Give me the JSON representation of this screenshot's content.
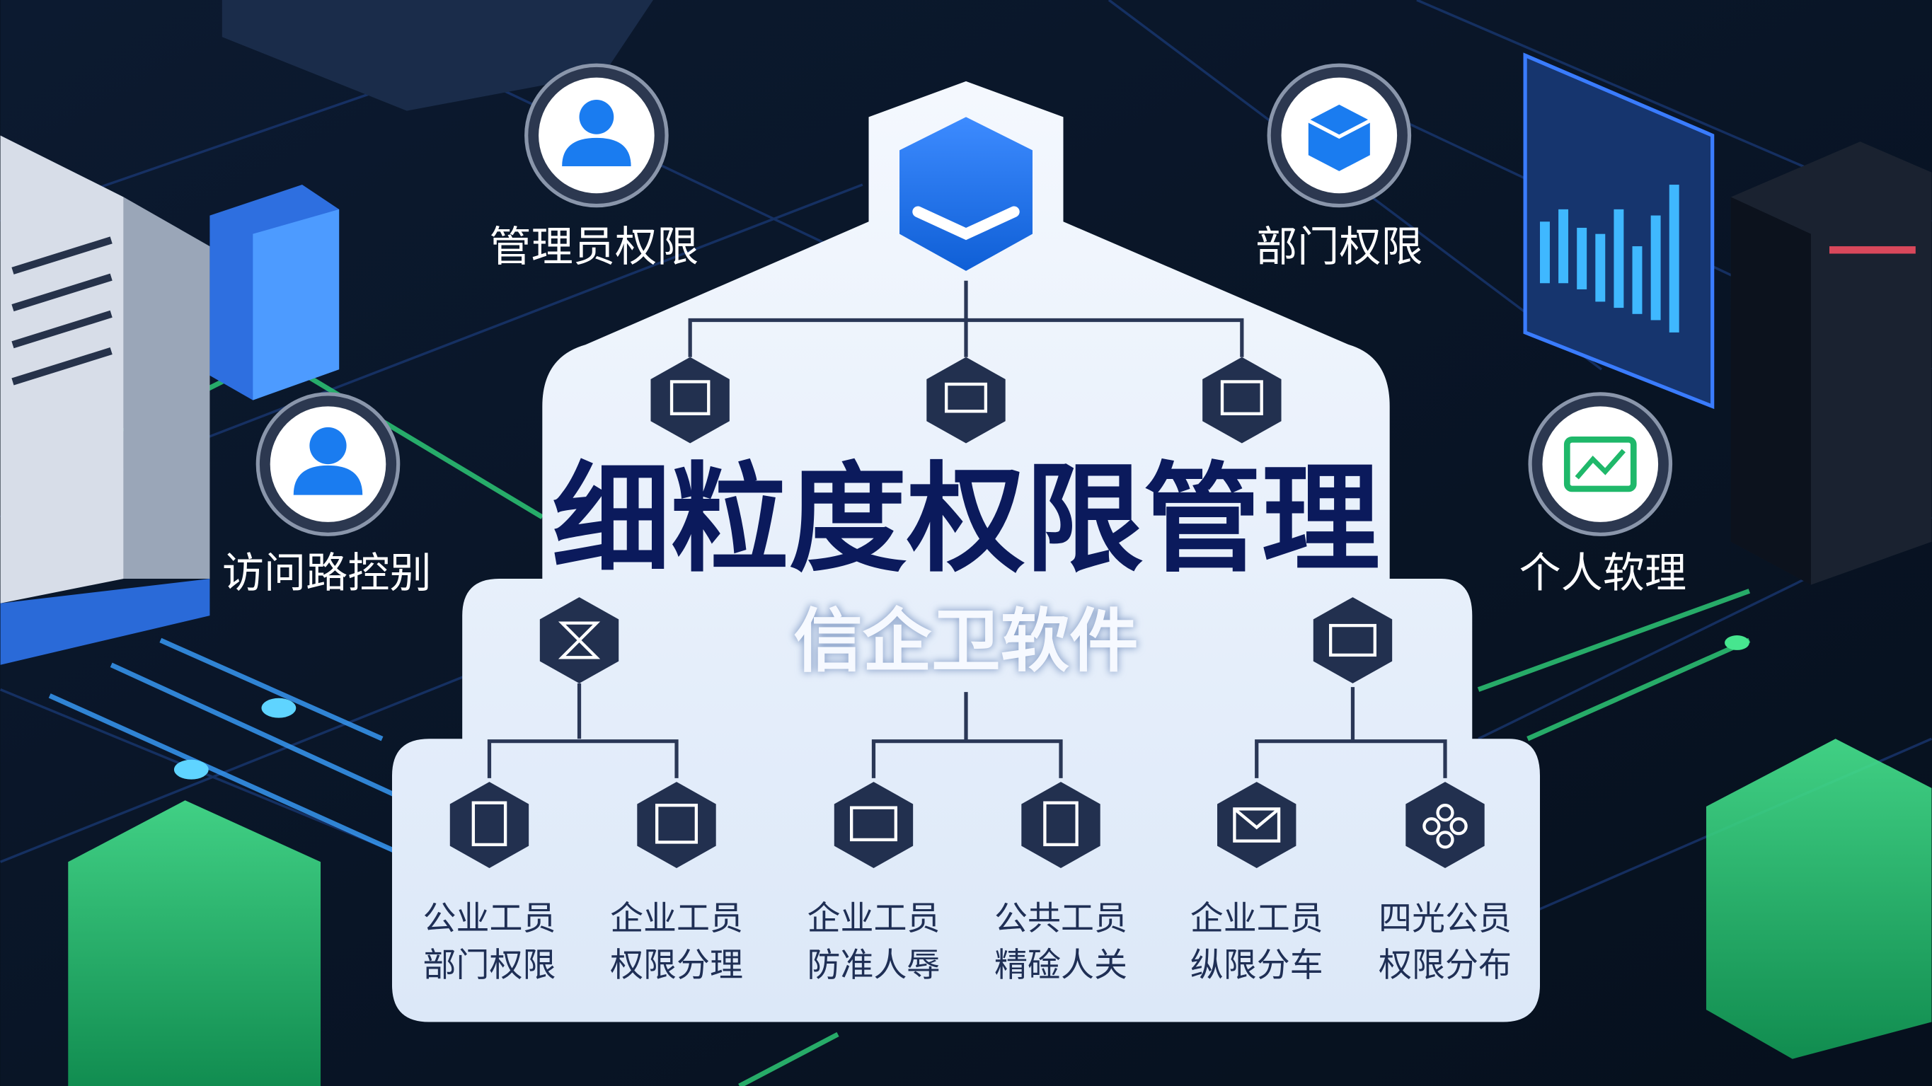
{
  "title": "细粒度权限管理",
  "subtitle": "信企卫软件",
  "side_nodes": [
    {
      "label": "管理员权限",
      "icon": "user-icon"
    },
    {
      "label": "部门权限",
      "icon": "cube-icon"
    },
    {
      "label": "访问路控别",
      "icon": "user-icon"
    },
    {
      "label": "个人软理",
      "icon": "chart-mail-icon"
    }
  ],
  "leaf_nodes": [
    {
      "line1": "公业工员",
      "line2": "部门权限"
    },
    {
      "line1": "企业工员",
      "line2": "权限分理"
    },
    {
      "line1": "企业工员",
      "line2": "防准人辱"
    },
    {
      "line1": "公共工员",
      "line2": "精碒人关"
    },
    {
      "line1": "企业工员",
      "line2": "纵限分车"
    },
    {
      "line1": "四光公员",
      "line2": "权限分布"
    }
  ],
  "colors": {
    "background": "#0a1628",
    "panel": "#e8f0fb",
    "title": "#0b1a5c",
    "hex_node": "#22304f",
    "accent_blue": "#1a7cf0",
    "accent_green": "#2fd27a"
  }
}
